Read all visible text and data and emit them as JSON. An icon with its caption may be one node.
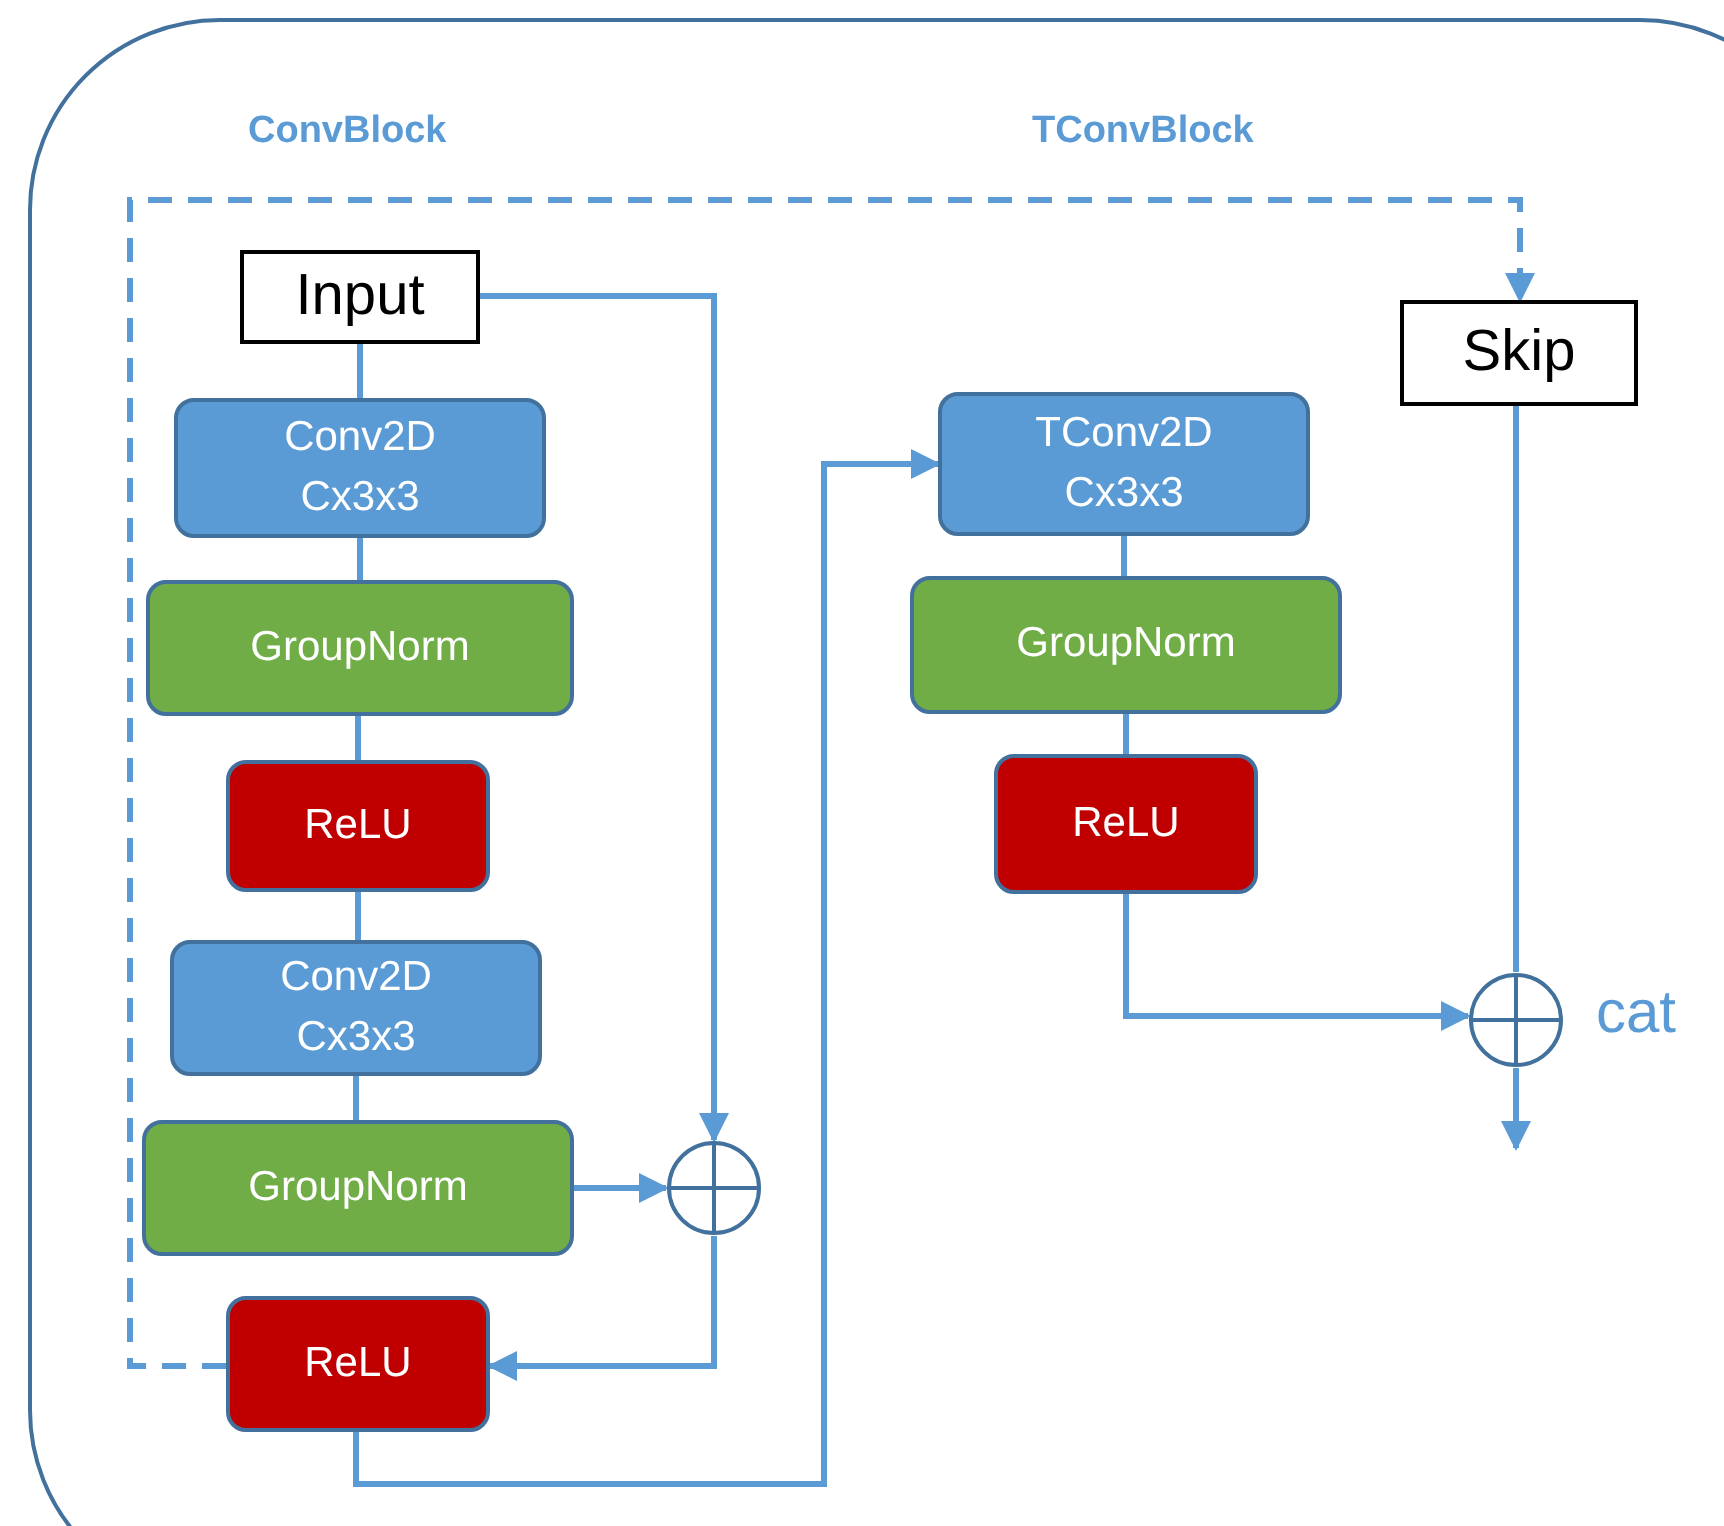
{
  "diagram": {
    "nodes": [
      {
        "text": [
          "Input"
        ]
      },
      {
        "text": [
          "Conv2D Cx3x3"
        ]
      },
      {
        "text": [
          "GroupNorm"
        ]
      },
      {
        "text": [
          "ReLU"
        ]
      },
      {
        "text": [
          "Conv2D Cx3x3"
        ]
      },
      {
        "text": [
          "GroupNorm"
        ]
      },
      {
        "text": [],
        "shape": "circle"
      },
      {
        "text": [
          "ReLU"
        ]
      },
      {
        "text": [
          "TConv2D Cx3x3"
        ]
      },
      {
        "text": [
          "GroupNorm"
        ]
      },
      {
        "text": [
          "ReLU"
        ]
      },
      {
        "text": [
          "Skip"
        ]
      },
      {
        "text": [],
        "shape": "circle",
        "beside": [
          "cat"
        ]
      }
    ],
    "edges": [
      {
        "from": 0,
        "to": 1,
        "arrow": "none"
      },
      {
        "from": 1,
        "to": 2,
        "arrow": "none"
      },
      {
        "from": 2,
        "to": 3,
        "arrow": "none"
      },
      {
        "from": 3,
        "to": 4,
        "arrow": "none"
      },
      {
        "from": 4,
        "to": 5,
        "arrow": "none"
      },
      {
        "from": 0,
        "to": 6,
        "arrow": "to"
      },
      {
        "from": 5,
        "to": 6,
        "arrow": "to"
      },
      {
        "from": 6,
        "to": 7,
        "arrow": "to"
      },
      {
        "from": 7,
        "to": 8,
        "arrow": "to"
      },
      {
        "from": 8,
        "to": 9,
        "arrow": "none"
      },
      {
        "from": 9,
        "to": 10,
        "arrow": "none"
      },
      {
        "from": 10,
        "to": 12,
        "arrow": "to"
      },
      {
        "from": 11,
        "to": 12,
        "arrow": "none"
      },
      {
        "from": 12,
        "to": null,
        "arrow": "to"
      },
      {
        "from": 7,
        "to": 11,
        "arrow": "to",
        "style": "dashed"
      }
    ],
    "labels": [
      "ConvBlock",
      "TConvBlock"
    ]
  }
}
